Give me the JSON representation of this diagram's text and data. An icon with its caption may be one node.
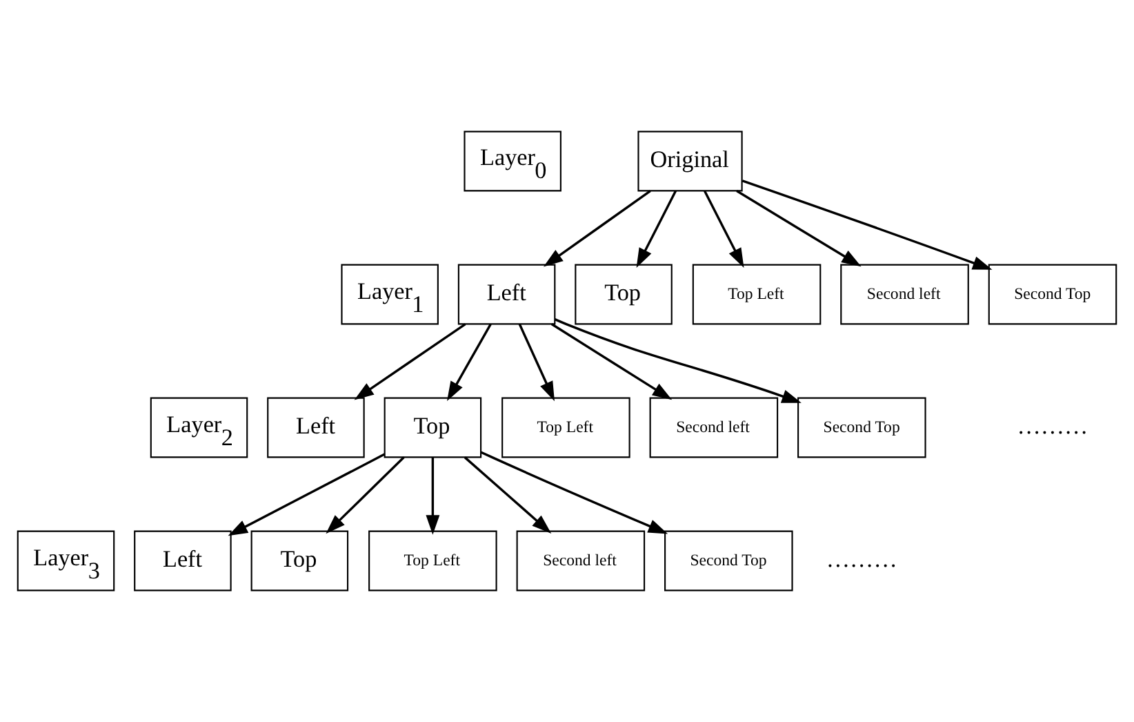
{
  "diagram": {
    "nodes": [
      {
        "text": [
          "Layer$_{0}$"
        ]
      },
      {
        "text": [
          "Original"
        ]
      },
      {
        "text": [
          "Layer$_{1}$"
        ]
      },
      {
        "text": [
          "Left"
        ]
      },
      {
        "text": [
          "Top"
        ]
      },
      {
        "text": [
          "Top Left"
        ]
      },
      {
        "text": [
          "Second left"
        ]
      },
      {
        "text": [
          "Second Top"
        ]
      },
      {
        "text": [
          "Layer$_{2}$"
        ]
      },
      {
        "text": [
          "Left"
        ]
      },
      {
        "text": [
          "Top"
        ]
      },
      {
        "text": [
          "Top Left"
        ]
      },
      {
        "text": [
          "Second left"
        ]
      },
      {
        "text": [
          "Second Top"
        ]
      },
      {
        "text": [
          "Layer$_{3}$"
        ]
      },
      {
        "text": [
          "Left"
        ]
      },
      {
        "text": [
          "Top"
        ]
      },
      {
        "text": [
          "Top Left"
        ]
      },
      {
        "text": [
          "Second left"
        ]
      },
      {
        "text": [
          "Second Top"
        ]
      }
    ],
    "edges": [
      {
        "from": 1,
        "to": 3,
        "arrow": "to"
      },
      {
        "from": 1,
        "to": 4,
        "arrow": "to"
      },
      {
        "from": 1,
        "to": 5,
        "arrow": "to"
      },
      {
        "from": 1,
        "to": 6,
        "arrow": "to"
      },
      {
        "from": 1,
        "to": 7,
        "arrow": "to"
      },
      {
        "from": 3,
        "to": 9,
        "arrow": "to"
      },
      {
        "from": 3,
        "to": 10,
        "arrow": "to"
      },
      {
        "from": 3,
        "to": 11,
        "arrow": "to"
      },
      {
        "from": 3,
        "to": 12,
        "arrow": "to"
      },
      {
        "from": 3,
        "to": 13,
        "arrow": "to"
      },
      {
        "from": 10,
        "to": 15,
        "arrow": "to"
      },
      {
        "from": 10,
        "to": 16,
        "arrow": "to"
      },
      {
        "from": 10,
        "to": 17,
        "arrow": "to"
      },
      {
        "from": 10,
        "to": 18,
        "arrow": "to"
      },
      {
        "from": 10,
        "to": 19,
        "arrow": "to"
      }
    ],
    "labels": [
      "………",
      "………"
    ]
  }
}
